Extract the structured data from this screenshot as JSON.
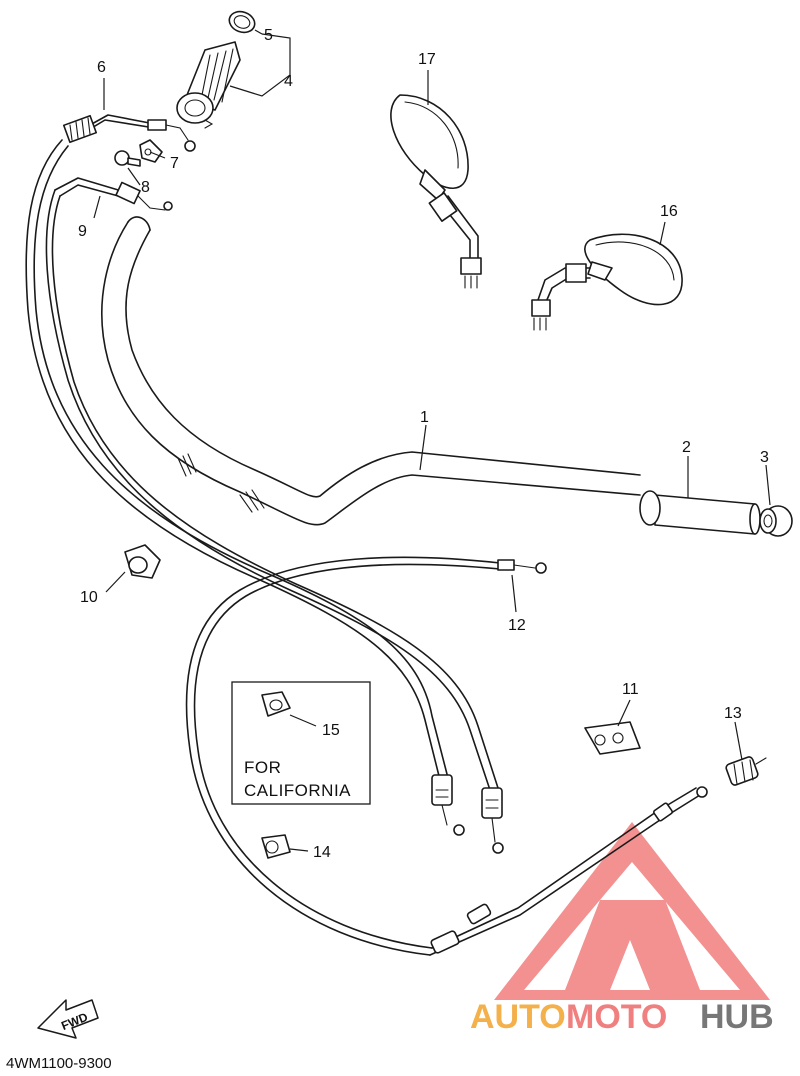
{
  "callouts": {
    "c1": "1",
    "c2": "2",
    "c3": "3",
    "c4": "4",
    "c5": "5",
    "c6": "6",
    "c7": "7",
    "c8": "8",
    "c9": "9",
    "c10": "10",
    "c11": "11",
    "c12": "12",
    "c13": "13",
    "c14": "14",
    "c15": "15",
    "c16": "16",
    "c17": "17"
  },
  "california_box": {
    "line1": "FOR",
    "line2": "CALIFORNIA"
  },
  "direction_arrow": {
    "label": "FWD"
  },
  "diagram_code": "4WM1100-9300",
  "watermark": {
    "part1": "AUTO",
    "part2": "MOTO",
    "part3": "HUB",
    "colors": {
      "auto": "#f4b04a",
      "moto": "#f08080",
      "hub": "#777777",
      "triangle": "#f06b6b"
    }
  }
}
